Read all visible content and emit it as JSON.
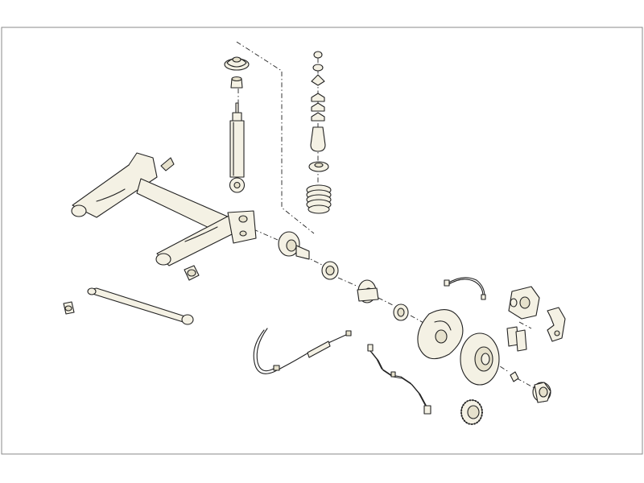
{
  "diagram": {
    "type": "exploded-view",
    "colors": {
      "frame": "#888888",
      "stroke": "#222222",
      "part_fill": "#f4f1e4",
      "part_shade": "#e6e1cc"
    },
    "parts": [
      "shock-absorber-top-mount",
      "shock-absorber-bushing",
      "shock-absorber",
      "spring-strut-kit",
      "coil-spring",
      "rear-axle-beam",
      "axle-bushing",
      "panhard-rod",
      "panhard-rod-bushing",
      "wheel-hub",
      "wheel-bearing",
      "brake-backing-plate",
      "brake-disc",
      "abs-ring",
      "abs-sensor",
      "brake-hose",
      "brake-caliper",
      "brake-pads",
      "caliper-bracket",
      "handbrake-cable",
      "hub-cap"
    ]
  }
}
